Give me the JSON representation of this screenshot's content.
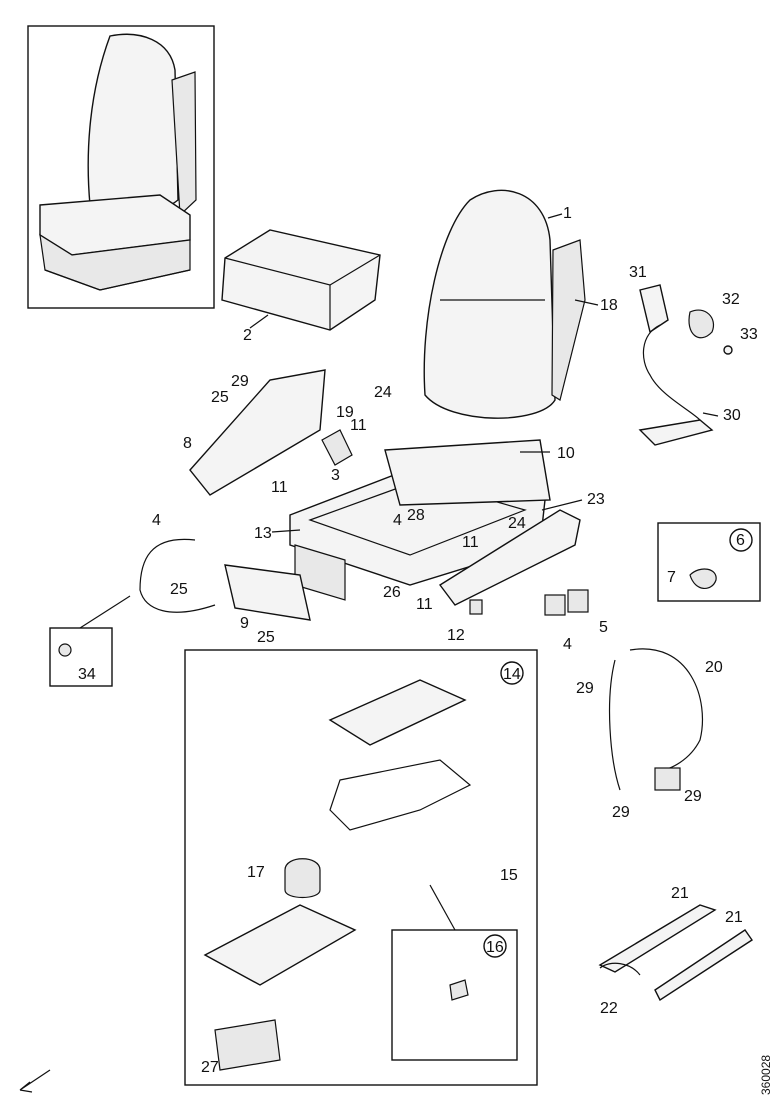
{
  "document_id": "360028",
  "parts": [
    {
      "key": "p1",
      "number": "1"
    },
    {
      "key": "p2",
      "number": "2"
    },
    {
      "key": "p3",
      "number": "3"
    },
    {
      "key": "p4a",
      "number": "4"
    },
    {
      "key": "p4b",
      "number": "4"
    },
    {
      "key": "p4c",
      "number": "4"
    },
    {
      "key": "p5",
      "number": "5"
    },
    {
      "key": "p6",
      "number": "6"
    },
    {
      "key": "p7",
      "number": "7"
    },
    {
      "key": "p8",
      "number": "8"
    },
    {
      "key": "p9",
      "number": "9"
    },
    {
      "key": "p10",
      "number": "10"
    },
    {
      "key": "p11a",
      "number": "11"
    },
    {
      "key": "p11b",
      "number": "11"
    },
    {
      "key": "p11c",
      "number": "11"
    },
    {
      "key": "p11d",
      "number": "11"
    },
    {
      "key": "p12",
      "number": "12"
    },
    {
      "key": "p13",
      "number": "13"
    },
    {
      "key": "p14",
      "number": "14"
    },
    {
      "key": "p15",
      "number": "15"
    },
    {
      "key": "p16",
      "number": "16"
    },
    {
      "key": "p17",
      "number": "17"
    },
    {
      "key": "p18",
      "number": "18"
    },
    {
      "key": "p19",
      "number": "19"
    },
    {
      "key": "p20",
      "number": "20"
    },
    {
      "key": "p21a",
      "number": "21"
    },
    {
      "key": "p21b",
      "number": "21"
    },
    {
      "key": "p22",
      "number": "22"
    },
    {
      "key": "p23",
      "number": "23"
    },
    {
      "key": "p24a",
      "number": "24"
    },
    {
      "key": "p24b",
      "number": "24"
    },
    {
      "key": "p25a",
      "number": "25"
    },
    {
      "key": "p25b",
      "number": "25"
    },
    {
      "key": "p25c",
      "number": "25"
    },
    {
      "key": "p26",
      "number": "26"
    },
    {
      "key": "p27",
      "number": "27"
    },
    {
      "key": "p28",
      "number": "28"
    },
    {
      "key": "p29a",
      "number": "29"
    },
    {
      "key": "p29b",
      "number": "29"
    },
    {
      "key": "p29c",
      "number": "29"
    },
    {
      "key": "p29d",
      "number": "29"
    },
    {
      "key": "p30",
      "number": "30"
    },
    {
      "key": "p31",
      "number": "31"
    },
    {
      "key": "p32",
      "number": "32"
    },
    {
      "key": "p33",
      "number": "33"
    },
    {
      "key": "p34",
      "number": "34"
    }
  ]
}
